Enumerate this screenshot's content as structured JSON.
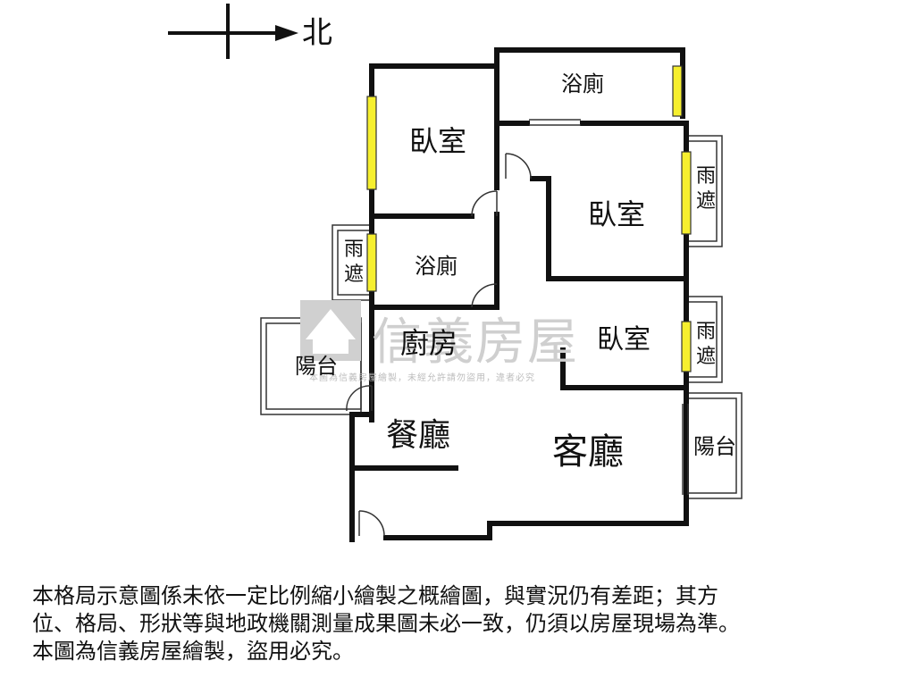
{
  "compass": {
    "north_label": "北"
  },
  "rooms": {
    "bedroom_top_left": "臥室",
    "bathroom_top": "浴廁",
    "bedroom_right": "臥室",
    "canopy_right_top": [
      "雨",
      "遮"
    ],
    "canopy_left": [
      "雨",
      "遮"
    ],
    "bathroom_middle": "浴廁",
    "kitchen": "廚房",
    "bedroom_middle": "臥室",
    "canopy_right_middle": [
      "雨",
      "遮"
    ],
    "balcony_left": "陽台",
    "dining_room": "餐廳",
    "living_room": "客廳",
    "balcony_right": "陽台"
  },
  "watermark": {
    "brand": "信義房屋",
    "notice": "本圖為信義房屋繪製，未經允許請勿盜用，違者必究"
  },
  "disclaimer": {
    "line1": "本格局示意圖係未依一定比例縮小繪製之概繪圖，與實況仍有差距；其方",
    "line2": "位、格局、形狀等與地政機關測量成果圖未必一致，仍須以房屋現場為準。",
    "line3": "本圖為信義房屋繪製，盜用必究。"
  },
  "colors": {
    "wall": "#111111",
    "window": "#f6ef2e",
    "watermark": "#cfcfcf"
  }
}
